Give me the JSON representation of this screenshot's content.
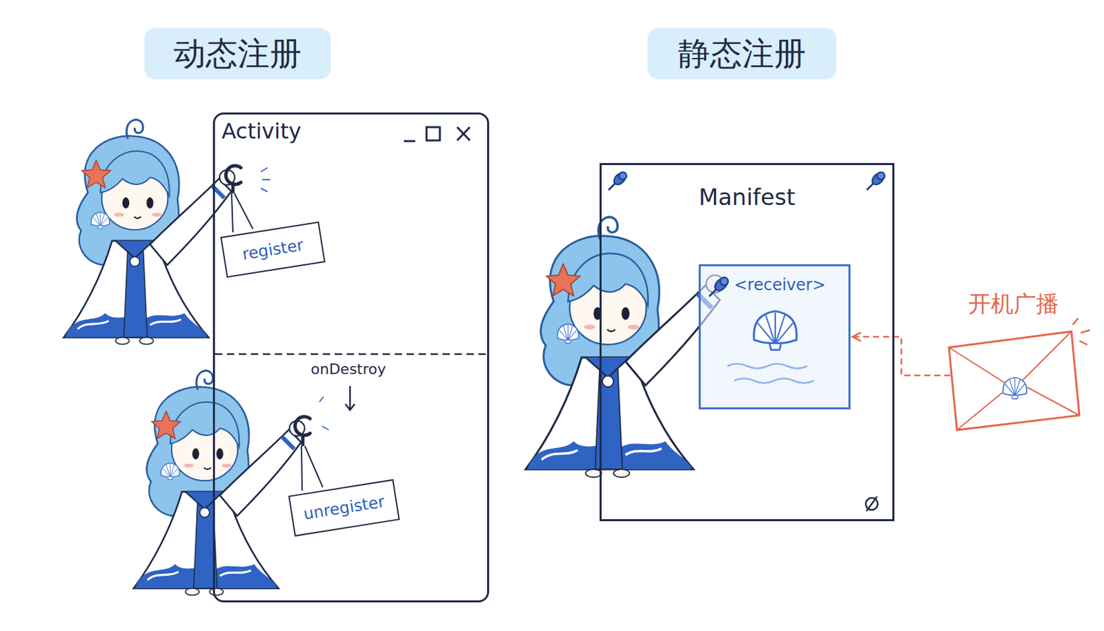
{
  "diagram": {
    "nodes": [
      {
        "text": [
          "动态注册"
        ]
      },
      {
        "text": [
          "静态注册"
        ]
      },
      {
        "text": [
          "Activity"
        ]
      },
      {
        "text": [
          "register"
        ],
        "in": 2
      },
      {
        "text": [
          "unregister"
        ],
        "in": 2
      },
      {
        "text": [
          "Manifest"
        ]
      },
      {
        "text": [
          "<receiver>"
        ],
        "in": 5
      },
      {
        "text": [
          "开机广播"
        ]
      }
    ],
    "edges": [
      {
        "from": 7,
        "to": 6,
        "arrow": "to"
      }
    ],
    "labels": [
      "onDestroy"
    ]
  }
}
